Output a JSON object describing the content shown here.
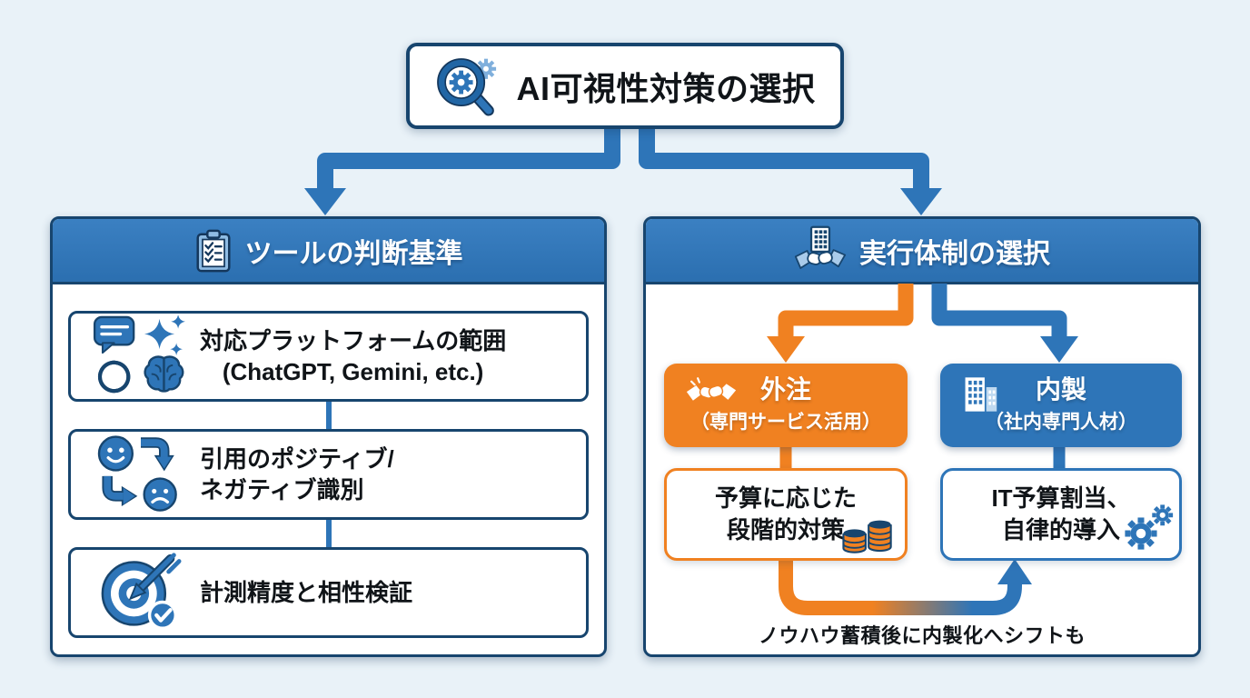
{
  "top": {
    "title": "AI可視性対策の選択"
  },
  "left_panel": {
    "header": {
      "label": "ツールの判断基準"
    },
    "criteria": [
      {
        "line1": "対応プラットフォームの範囲",
        "line2": "(ChatGPT, Gemini, etc.)"
      },
      {
        "line1": "引用のポジティブ/",
        "line2": "ネガティブ識別"
      },
      {
        "line1": "計測精度と相性検証"
      }
    ]
  },
  "right_panel": {
    "header": {
      "label": "実行体制の選択"
    },
    "options": {
      "outsource": {
        "title": "外注",
        "subtitle": "（専門サービス活用）"
      },
      "inhouse": {
        "title": "内製",
        "subtitle": "（社内専門人材）"
      }
    },
    "details": {
      "outsource": {
        "line1": "予算に応じた",
        "line2": "段階的対策"
      },
      "inhouse": {
        "line1": "IT予算割当、",
        "line2": "自律的導入"
      }
    },
    "footnote": "ノウハウ蓄積後に内製化へシフトも"
  },
  "icons": {
    "top_box": "magnifier-gear-icon",
    "left_header": "clipboard-checklist-icon",
    "platform": [
      "chat-bubble-icon",
      "sparkles-icon",
      "openai-logo-icon",
      "brain-icon"
    ],
    "sentiment": [
      "happy-face-icon",
      "swap-arrow-down-icon",
      "swap-arrow-right-icon",
      "sad-face-icon"
    ],
    "accuracy": "target-arrow-check-icon",
    "right_header": "building-handshake-icon",
    "outsource": "handshake-icon",
    "inhouse": "office-buildings-icon",
    "outsource_detail": "coin-stacks-icon",
    "inhouse_detail": "gears-icon"
  },
  "colors": {
    "background": "#E9F2F8",
    "blue": "#2E75B8",
    "navy": "#17456E",
    "orange": "#F08121",
    "text": "#101418",
    "white": "#FFFFFF"
  }
}
